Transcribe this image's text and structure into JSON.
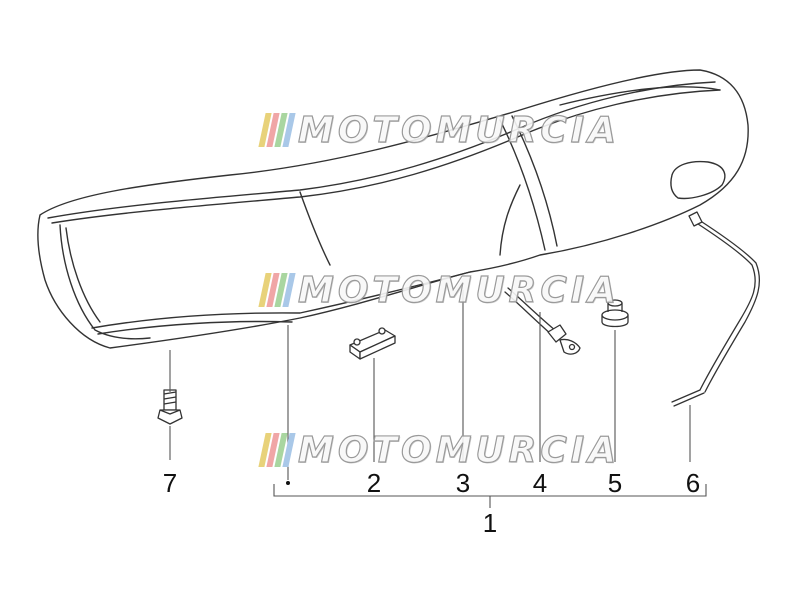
{
  "watermark": {
    "text": "MOTOMURCIA",
    "stripe_colors": [
      "#e8d27a",
      "#f0a6a6",
      "#a9d6a0",
      "#a9c8e8"
    ]
  },
  "callouts": [
    {
      "id": "1",
      "label": "1"
    },
    {
      "id": "2",
      "label": "2"
    },
    {
      "id": "3",
      "label": "3"
    },
    {
      "id": "4",
      "label": "4"
    },
    {
      "id": "5",
      "label": "5"
    },
    {
      "id": "6",
      "label": "6"
    },
    {
      "id": "7",
      "label": "7"
    }
  ],
  "colors": {
    "line": "#333333",
    "fill": "#ffffff"
  }
}
